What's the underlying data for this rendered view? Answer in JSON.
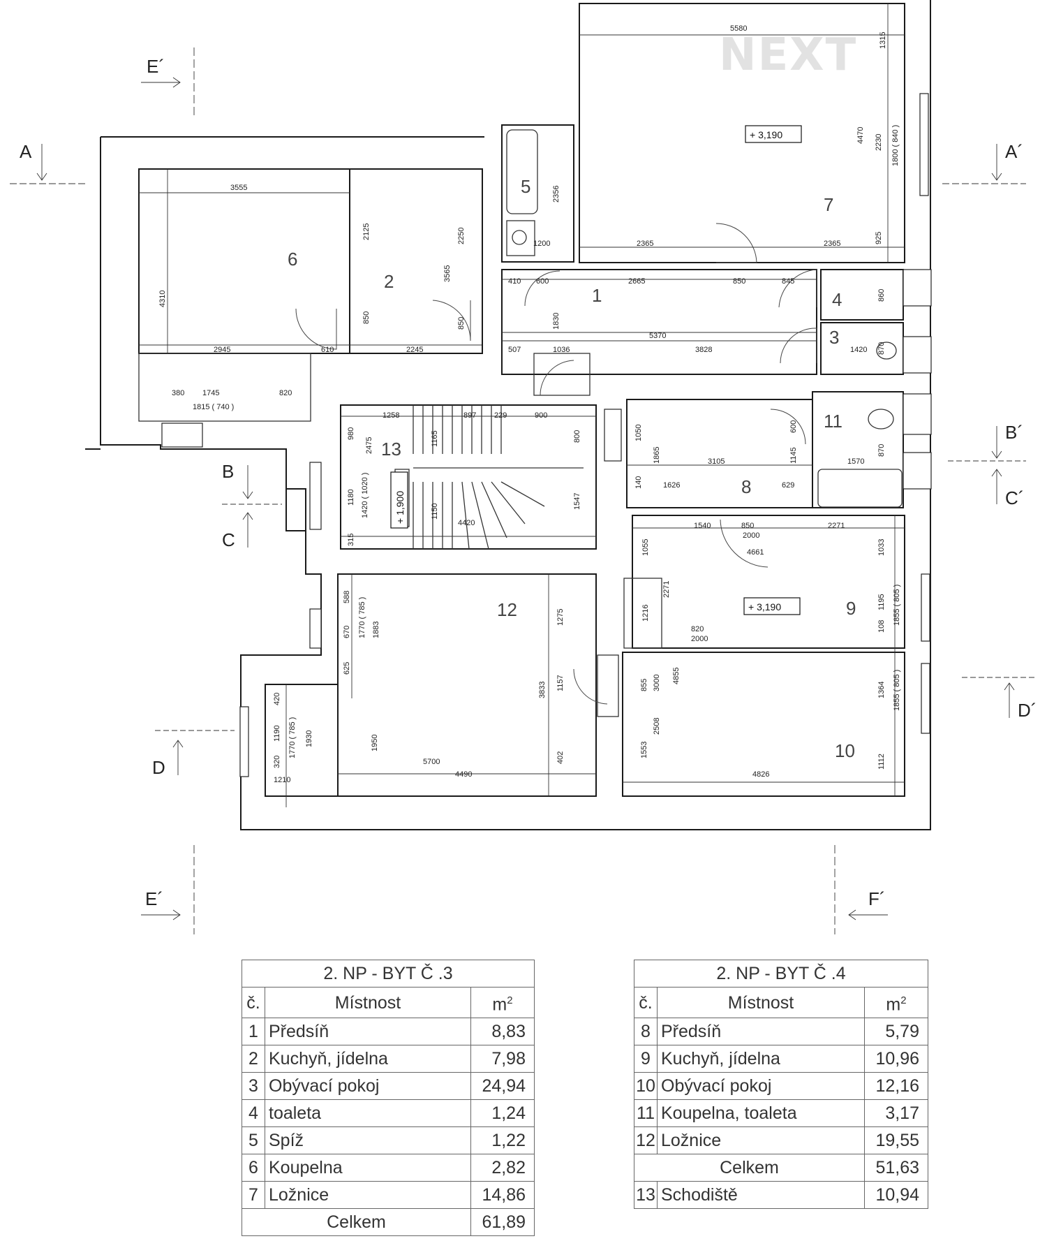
{
  "watermark": "NEXT",
  "rooms": [
    {
      "id": "1",
      "label": "1"
    },
    {
      "id": "2",
      "label": "2"
    },
    {
      "id": "3",
      "label": "3"
    },
    {
      "id": "4",
      "label": "4"
    },
    {
      "id": "5",
      "label": "5"
    },
    {
      "id": "6",
      "label": "6"
    },
    {
      "id": "7",
      "label": "7"
    },
    {
      "id": "8",
      "label": "8"
    },
    {
      "id": "9",
      "label": "9"
    },
    {
      "id": "10",
      "label": "10"
    },
    {
      "id": "11",
      "label": "11"
    },
    {
      "id": "12",
      "label": "12"
    },
    {
      "id": "13",
      "label": "13"
    }
  ],
  "levels": [
    "+ 3,190",
    "+ 3,190",
    "+ 1,900"
  ],
  "section_marks": [
    "A",
    "A´",
    "B",
    "B´",
    "C",
    "C´",
    "D",
    "D´",
    "E´",
    "E´",
    "F´"
  ],
  "dimensions": [
    "5580",
    "1315",
    "4470",
    "2230",
    "1800 ( 840 )",
    "925",
    "2365",
    "2365",
    "3555",
    "4310",
    "2125",
    "2250",
    "3565",
    "850",
    "850",
    "2945",
    "610",
    "2245",
    "380",
    "1745",
    "820",
    "1815 ( 740 )",
    "2356",
    "1200",
    "410",
    "600",
    "2665",
    "850",
    "845",
    "860",
    "1830",
    "5370",
    "507",
    "1036",
    "3828",
    "1420",
    "870",
    "1258",
    "897",
    "229",
    "900",
    "980",
    "2475",
    "1165",
    "800",
    "1180",
    "1420 ( 1020 )",
    "1150",
    "4420",
    "1547",
    "315",
    "1050",
    "1865",
    "600",
    "1145",
    "3105",
    "1570",
    "140",
    "1626",
    "629",
    "870",
    "1540",
    "850",
    "2000",
    "4661",
    "2271",
    "1055",
    "1033",
    "588",
    "670",
    "1770 ( 785 )",
    "1883",
    "625",
    "1275",
    "3833",
    "1157",
    "402",
    "1950",
    "5700",
    "4490",
    "420",
    "1190",
    "1770 ( 785 )",
    "1930",
    "320",
    "1210",
    "2271",
    "1216",
    "820",
    "2000",
    "1195",
    "1855 ( 805 )",
    "108",
    "855",
    "3000",
    "4855",
    "2508",
    "1553",
    "1364",
    "1855 ( 805 )",
    "1112",
    "4826"
  ],
  "tables": [
    {
      "title": "2. NP - BYT Č .3",
      "headers": {
        "num": "č.",
        "name": "Místnost",
        "area": "m",
        "area_sup": "2"
      },
      "rows": [
        {
          "num": "1",
          "name": "Předsíň",
          "area": "8,83"
        },
        {
          "num": "2",
          "name": "Kuchyň, jídelna",
          "area": "7,98"
        },
        {
          "num": "3",
          "name": "Obývací pokoj",
          "area": "24,94"
        },
        {
          "num": "4",
          "name": "toaleta",
          "area": "1,24"
        },
        {
          "num": "5",
          "name": "Spíž",
          "area": "1,22"
        },
        {
          "num": "6",
          "name": "Koupelna",
          "area": "2,82"
        },
        {
          "num": "7",
          "name": "Ložnice",
          "area": "14,86"
        }
      ],
      "total_label": "Celkem",
      "total_value": "61,89"
    },
    {
      "title": "2. NP - BYT Č .4",
      "headers": {
        "num": "č.",
        "name": "Místnost",
        "area": "m",
        "area_sup": "2"
      },
      "rows": [
        {
          "num": "8",
          "name": "Předsíň",
          "area": "5,79"
        },
        {
          "num": "9",
          "name": "Kuchyň, jídelna",
          "area": "10,96"
        },
        {
          "num": "10",
          "name": "Obývací pokoj",
          "area": "12,16"
        },
        {
          "num": "11",
          "name": "Koupelna, toaleta",
          "area": "3,17"
        },
        {
          "num": "12",
          "name": "Ložnice",
          "area": "19,55"
        }
      ],
      "total_label": "Celkem",
      "total_value": "51,63",
      "extra_row": {
        "num": "13",
        "name": "Schodiště",
        "area": "10,94"
      }
    }
  ]
}
